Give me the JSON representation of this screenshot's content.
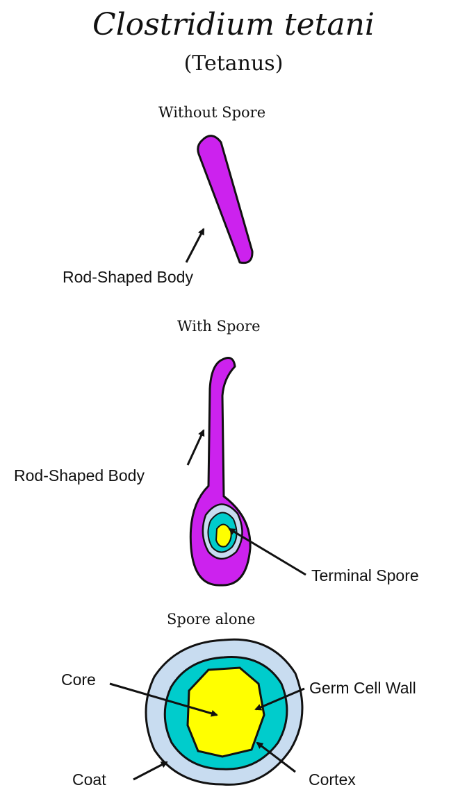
{
  "title": "Clostridium tetani",
  "subtitle": "(Tetanus)",
  "sections": {
    "without_spore": {
      "heading": "Without Spore",
      "rod_label": "Rod-Shaped Body"
    },
    "with_spore": {
      "heading": "With Spore",
      "rod_label": "Rod-Shaped Body",
      "spore_label": "Terminal Spore"
    },
    "spore_alone": {
      "heading": "Spore alone",
      "core_label": "Core",
      "germ_wall_label": "Germ Cell Wall",
      "coat_label": "Coat",
      "cortex_label": "Cortex"
    }
  },
  "colors": {
    "rod_body": "#cc22ee",
    "core": "#ffff00",
    "cortex": "#00cccc",
    "coat": "#c8dcf0",
    "outline": "#111111"
  }
}
